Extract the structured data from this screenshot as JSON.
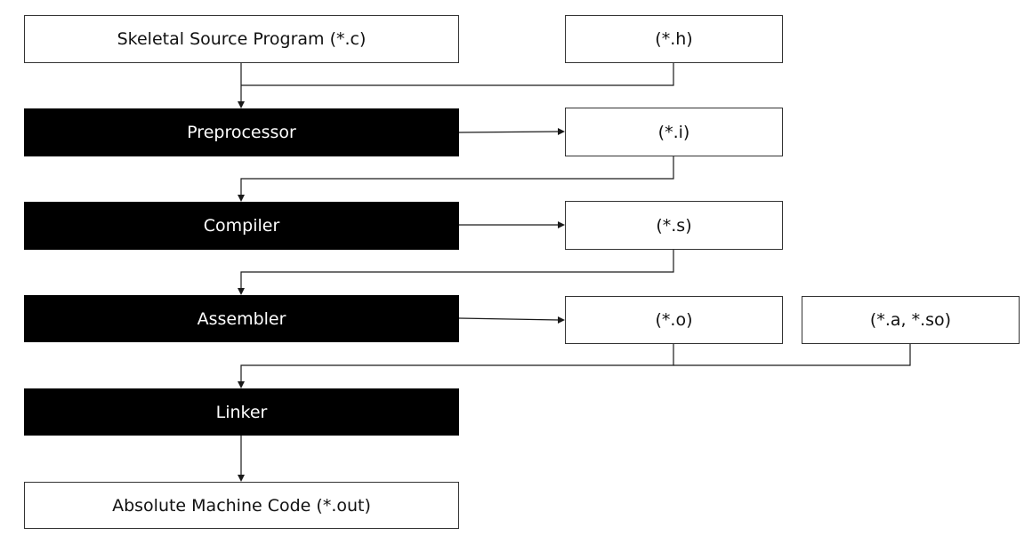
{
  "diagram": {
    "nodes": {
      "source": {
        "label": "Skeletal Source Program (*.c)",
        "kind": "file"
      },
      "header": {
        "label": "(*.h)",
        "kind": "file"
      },
      "preprocessor": {
        "label": "Preprocessor",
        "kind": "stage"
      },
      "preprocessed": {
        "label": "(*.i)",
        "kind": "file"
      },
      "compiler": {
        "label": "Compiler",
        "kind": "stage"
      },
      "assembly": {
        "label": "(*.s)",
        "kind": "file"
      },
      "assembler": {
        "label": "Assembler",
        "kind": "stage"
      },
      "object": {
        "label": "(*.o)",
        "kind": "file"
      },
      "libraries": {
        "label": "(*.a, *.so)",
        "kind": "file"
      },
      "linker": {
        "label": "Linker",
        "kind": "stage"
      },
      "output": {
        "label": "Absolute Machine Code (*.out)",
        "kind": "file"
      }
    },
    "edges": [
      {
        "from": "source",
        "to": "preprocessor"
      },
      {
        "from": "header",
        "to": "preprocessor"
      },
      {
        "from": "preprocessor",
        "to": "preprocessed"
      },
      {
        "from": "preprocessed",
        "to": "compiler"
      },
      {
        "from": "compiler",
        "to": "assembly"
      },
      {
        "from": "assembly",
        "to": "assembler"
      },
      {
        "from": "assembler",
        "to": "object"
      },
      {
        "from": "object",
        "to": "linker"
      },
      {
        "from": "libraries",
        "to": "linker"
      },
      {
        "from": "linker",
        "to": "output"
      }
    ],
    "colors": {
      "stage_fill": "#000000",
      "stage_text": "#ffffff",
      "file_fill": "#ffffff",
      "file_text": "#111111",
      "line": "#1a1a1a"
    }
  }
}
